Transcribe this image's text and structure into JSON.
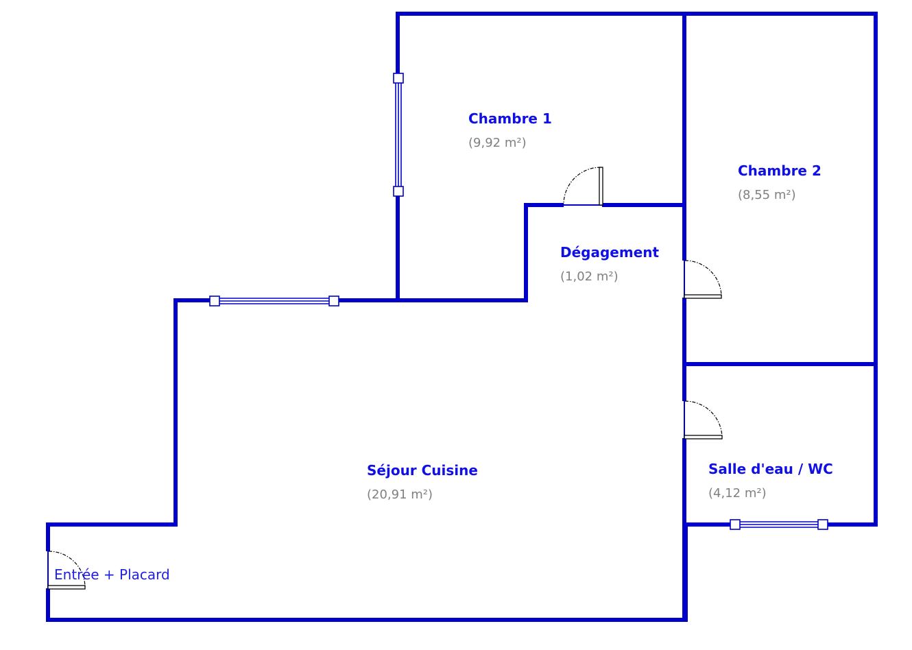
{
  "plan": {
    "wall_color": "#0000c8",
    "label_color": "#1010e6",
    "area_color": "#808080",
    "rooms": [
      {
        "id": "chambre-1",
        "name": "Chambre 1",
        "area": "(9,92 m²)"
      },
      {
        "id": "chambre-2",
        "name": "Chambre 2",
        "area": "(8,55 m²)"
      },
      {
        "id": "degagement",
        "name": "Dégagement",
        "area": "(1,02 m²)"
      },
      {
        "id": "sejour-cuisine",
        "name": "Séjour Cuisine",
        "area": "(20,91 m²)"
      },
      {
        "id": "salle-eau-wc",
        "name": "Salle d'eau / WC",
        "area": "(4,12 m²)"
      },
      {
        "id": "entree-placard",
        "name": "Entrée + Placard"
      }
    ]
  }
}
